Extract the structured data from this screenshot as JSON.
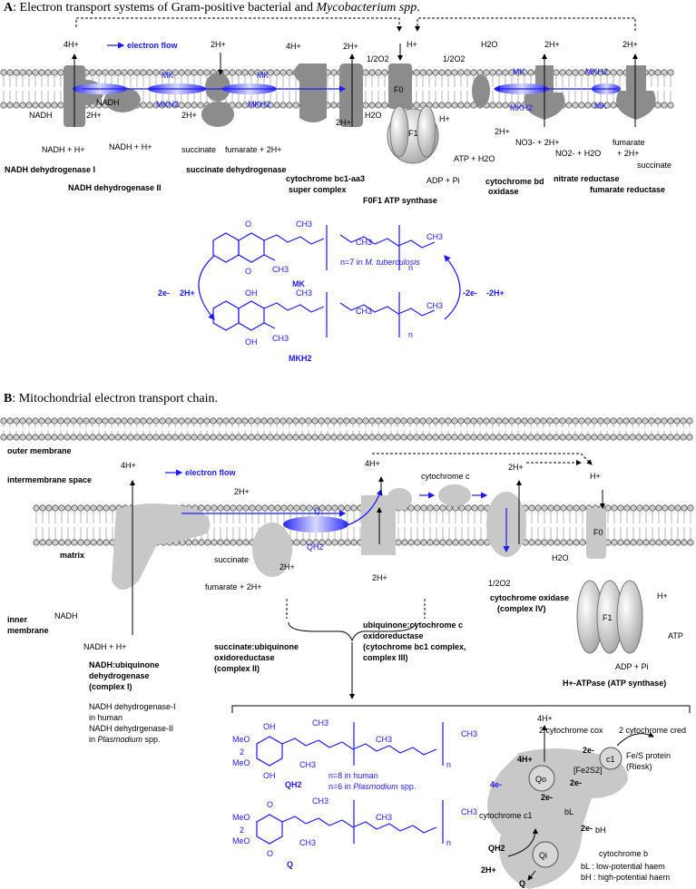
{
  "panel_a": {
    "title_letter": "A",
    "title_text": ": Electron transport systems of Gram-positive bacterial and ",
    "title_italic": "Mycobacterium spp",
    "title_end": ".",
    "legend_electron_flow": "electron flow",
    "protons": {
      "h4": "4H+",
      "h2a": "2H+",
      "h4b": "4H+",
      "h2b": "2H+",
      "hplus": "H+",
      "h2c": "2H+",
      "h2d": "2H+"
    },
    "labels": {
      "nadh1": "NADH",
      "nadh_h": "NADH + H+",
      "nadh2": "NADH",
      "nadh2_h": "NADH + H+",
      "h2_left": "2H+",
      "h2_left2": "2H+",
      "succinate": "succinate",
      "fumarate": "fumarate + 2H+",
      "mk1": "MK",
      "mkh2_1": "MKH2",
      "mk2": "MK",
      "mkh2_2": "MKH2",
      "half_o2": "1/2O2",
      "h2o": "H2O",
      "h2_bottom": "2H+",
      "f0": "F0",
      "f1": "F1",
      "atp_h2o": "ATP + H2O",
      "adp_pi": "ADP + Pi",
      "hplus_right": "H+",
      "half_o2_b": "1/2O2",
      "h2o_b": "H2O",
      "h2_b": "2H+",
      "mk3": "MK",
      "mkh2_3": "MKH2",
      "no3": "NO3- + 2H+",
      "no2": "NO2- + H2O",
      "mkh2_4": "MKH2",
      "mk4": "MK",
      "fumarate2": "fumarate",
      "h2_fr": "+ 2H+",
      "succinate2": "succinate"
    },
    "complexes": {
      "c1": "NADH dehydrogenase I",
      "c2": "NADH dehydrogenase II",
      "c3": "succinate dehydrogenase",
      "c4a": "cytochrome bc1-aa3",
      "c4b": "super complex",
      "c5": "F0F1 ATP synthase",
      "c6a": "cytochrome bd",
      "c6b": "oxidase",
      "c7": "nitrate reductase",
      "c8": "fumarate reductase"
    },
    "mk_structure": {
      "ch3": "CH3",
      "n": "n",
      "note": "n=7 in ",
      "note_italic": "M. tuberculosis",
      "mk_label": "MK",
      "mkh2_label": "MKH2",
      "oh": "OH",
      "o": "O",
      "left_e": "2e-",
      "left_h": "2H+",
      "right_e": "-2e-",
      "right_h": "-2H+"
    }
  },
  "panel_b": {
    "title_letter": "B",
    "title_text": ": Mitochondrial electron transport chain.",
    "legend_electron_flow": "electron flow",
    "regions": {
      "outer_membrane": "outer membrane",
      "intermembrane_space": "intermembrane space",
      "matrix": "matrix",
      "inner_membrane_1": "inner",
      "inner_membrane_2": "membrane"
    },
    "labels": {
      "h4": "4H+",
      "h2a": "2H+",
      "q": "Q",
      "qh2": "QH2",
      "h4b": "4H+",
      "cyt_c": "cytochrome c",
      "h2b": "2H+",
      "hplus": "H+",
      "succinate": "succinate",
      "h2c": "2H+",
      "fumarate": "fumarate + 2H+",
      "h2d": "2H+",
      "nadh": "NADH",
      "nadh_h": "NADH + H+",
      "h2o": "H2O",
      "half_o2": "1/2O2",
      "f0": "F0",
      "f1": "F1",
      "hplus2": "H+",
      "atp": "ATP",
      "adp_pi": "ADP + Pi"
    },
    "complexes": {
      "c1a": "NADH:ubiquinone",
      "c1b": "dehydrogenase",
      "c1c": "(complex I)",
      "c1_note1": "NADH dehydrogenase-I",
      "c1_note2": "in human",
      "c1_note3": "NADH dehydrgenase-II",
      "c1_note4": "in ",
      "c1_note4_italic": "Plasmodium",
      "c1_note4_end": " spp.",
      "c2a": "succinate:ubiquinone",
      "c2b": "oxidoreductase",
      "c2c": "(complex II)",
      "c3a": "ubiquinone:cytochrome c",
      "c3b": "oxidoreductase",
      "c3c": "(cytochrome bc1 complex,",
      "c3d": "complex III)",
      "c4a": "cytochrome oxidase",
      "c4b": "(complex IV)",
      "c5": "H+-ATPase (ATP synthase)"
    },
    "q_structure": {
      "oh": "OH",
      "meo": "MeO",
      "ch3": "CH3",
      "n": "n",
      "two": "2",
      "qh2_label": "QH2",
      "q_label": "Q",
      "o": "O",
      "note1": "n=8 in human",
      "note2": "n=6 in ",
      "note2_italic": "Plasmodium",
      "note2_end": " spp."
    },
    "q_cycle": {
      "h4": "4H+",
      "h4_left": "4H+",
      "e4": "4e-",
      "qo": "Qo",
      "qi": "Qi",
      "cox": "2 cytochrome cox",
      "cred": "2 cytochrome cred",
      "c1": "c1",
      "e2a": "2e-",
      "e2b": "2e-",
      "e2c": "2e-",
      "e2d": "2e-",
      "fe2s2": "[Fe2S2]",
      "fes1": "Fe/S protein",
      "fes2": "(Riesk)",
      "cytc1": "cytochrome c1",
      "bl": "bL",
      "bh": "bH",
      "cytb": "cytochrome b",
      "bl_note": "bL : low-potential haem",
      "bh_note": "bH : high-potential haem",
      "qh2": "QH2",
      "h2": "2H+",
      "q": "Q"
    }
  },
  "colors": {
    "blue": "#1a1aff",
    "protein_dark": "#8c8c8c",
    "protein_light": "#c8c8c8",
    "lipid": "#cfcfcf"
  }
}
